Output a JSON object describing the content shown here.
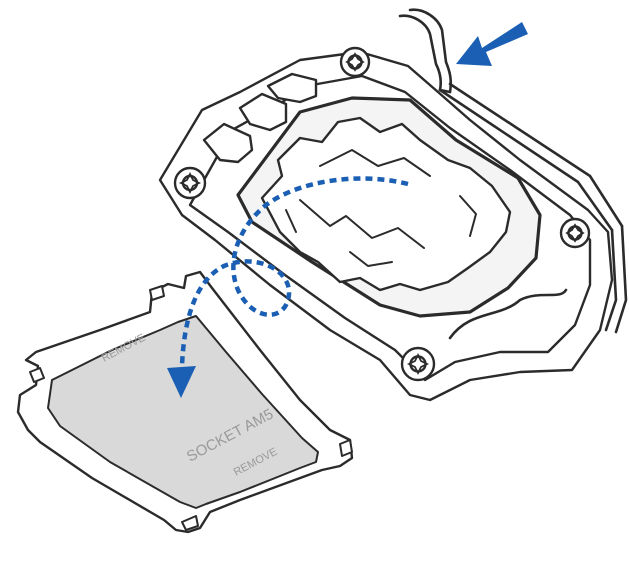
{
  "cover": {
    "label_top": "REMOVE",
    "label_center": "SOCKET AM5",
    "label_bottom": "REMOVE"
  },
  "colors": {
    "line": "#2b2b2b",
    "arrow_blue": "#1a5fb4",
    "cover_fill": "#d9d9d9",
    "cover_frame": "#ffffff",
    "label_text": "#9a9a9a"
  },
  "icons": {
    "push_arrow": "arrow-left-down-icon",
    "removal_path": "dotted-curve-arrow-icon",
    "screw": "torx-screw-icon"
  }
}
